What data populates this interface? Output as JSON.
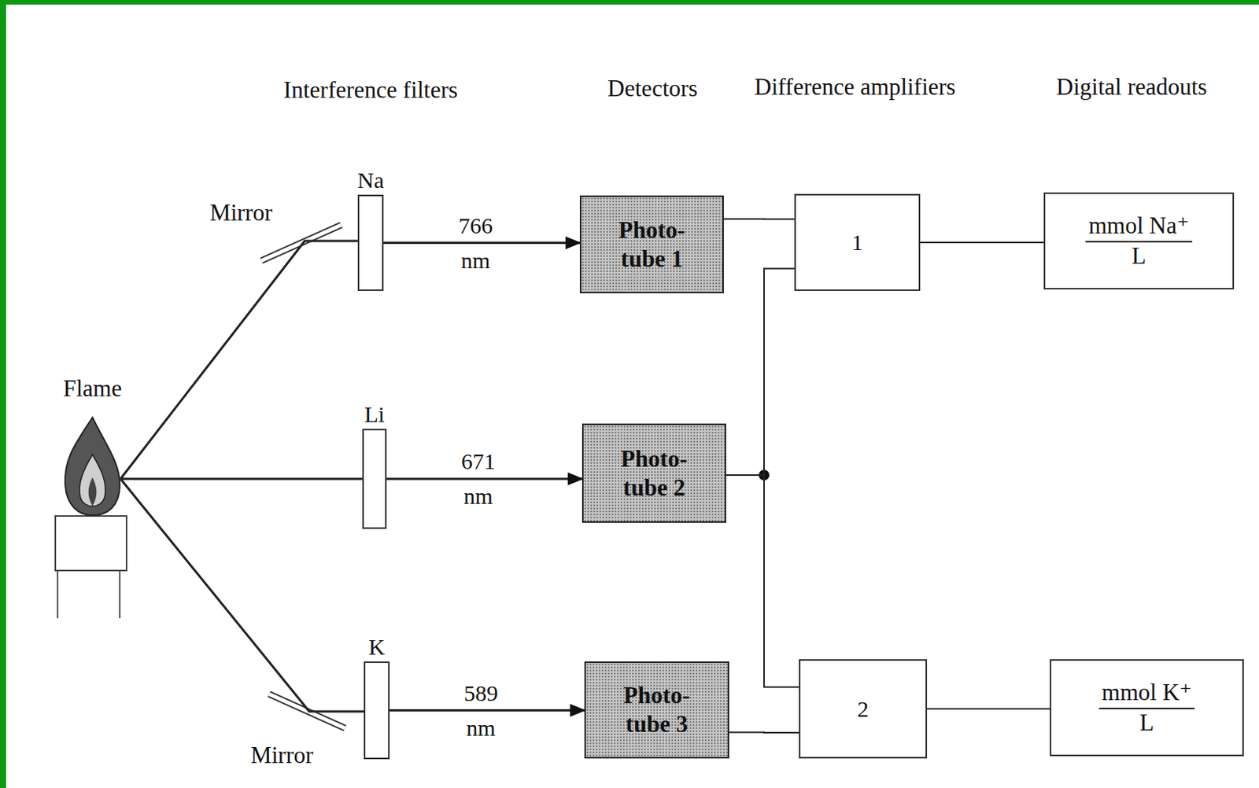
{
  "diagram": {
    "nodes": [
      {
        "text": [
          "Na"
        ]
      },
      {
        "text": [
          "Li"
        ]
      },
      {
        "text": [
          "K"
        ]
      },
      {
        "text": [
          "Photo- tube 1"
        ]
      },
      {
        "text": [
          "Photo- tube 2"
        ]
      },
      {
        "text": [
          "Photo- tube 3"
        ]
      },
      {
        "text": [
          "1"
        ]
      },
      {
        "text": [
          "2"
        ]
      },
      {
        "text": [
          "mmol Na⁺",
          "L"
        ]
      },
      {
        "text": [
          "mmol K⁺",
          "L"
        ]
      }
    ],
    "edges": [
      {
        "from": 0,
        "to": 3,
        "label": "766 nm",
        "arrow": "to"
      },
      {
        "from": 1,
        "to": 4,
        "label": "671 nm",
        "arrow": "to"
      },
      {
        "from": 2,
        "to": 5,
        "label": "589 nm",
        "arrow": "to"
      },
      {
        "from": 3,
        "to": 6,
        "arrow": "none"
      },
      {
        "from": 4,
        "to": 6,
        "arrow": "none"
      },
      {
        "from": 4,
        "to": 7,
        "arrow": "none"
      },
      {
        "from": 5,
        "to": 7,
        "arrow": "none"
      },
      {
        "from": 6,
        "to": 8,
        "arrow": "none"
      },
      {
        "from": 7,
        "to": 9,
        "arrow": "none"
      }
    ],
    "labels": [
      "Interference filters",
      "Detectors",
      "Difference amplifiers",
      "Digital readouts",
      "Flame",
      "Mirror",
      "Mirror"
    ]
  }
}
